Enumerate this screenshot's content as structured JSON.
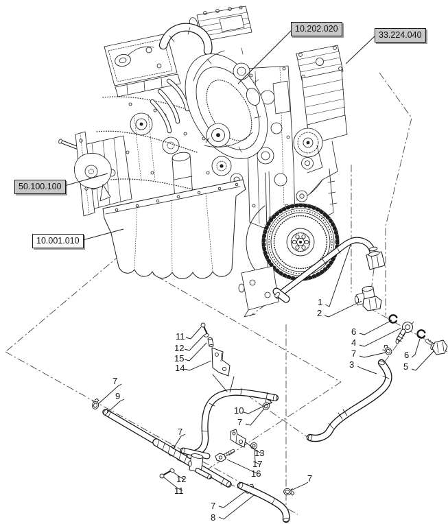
{
  "callouts": [
    {
      "label": "10.202.020",
      "shaded": true
    },
    {
      "label": "33.224.040",
      "shaded": true
    },
    {
      "label": "50.100.100",
      "shaded": true
    },
    {
      "label": "10.001.010",
      "shaded": false
    }
  ],
  "part_labels": [
    {
      "text": "1"
    },
    {
      "text": "2"
    },
    {
      "text": "6"
    },
    {
      "text": "4"
    },
    {
      "text": "7"
    },
    {
      "text": "3"
    },
    {
      "text": "6"
    },
    {
      "text": "5"
    },
    {
      "text": "11"
    },
    {
      "text": "12"
    },
    {
      "text": "15"
    },
    {
      "text": "14"
    },
    {
      "text": "7"
    },
    {
      "text": "9"
    },
    {
      "text": "7"
    },
    {
      "text": "10"
    },
    {
      "text": "7"
    },
    {
      "text": "13"
    },
    {
      "text": "17"
    },
    {
      "text": "16"
    },
    {
      "text": "12"
    },
    {
      "text": "11"
    },
    {
      "text": "7"
    },
    {
      "text": "8"
    },
    {
      "text": "7"
    }
  ],
  "colors": {
    "background": "#ffffff",
    "line_art": "#1f1f1f",
    "callout_fill": "#c7c7c7",
    "callout_border": "#1a1a1a",
    "phantom_line": "#444444",
    "text": "#111111"
  }
}
